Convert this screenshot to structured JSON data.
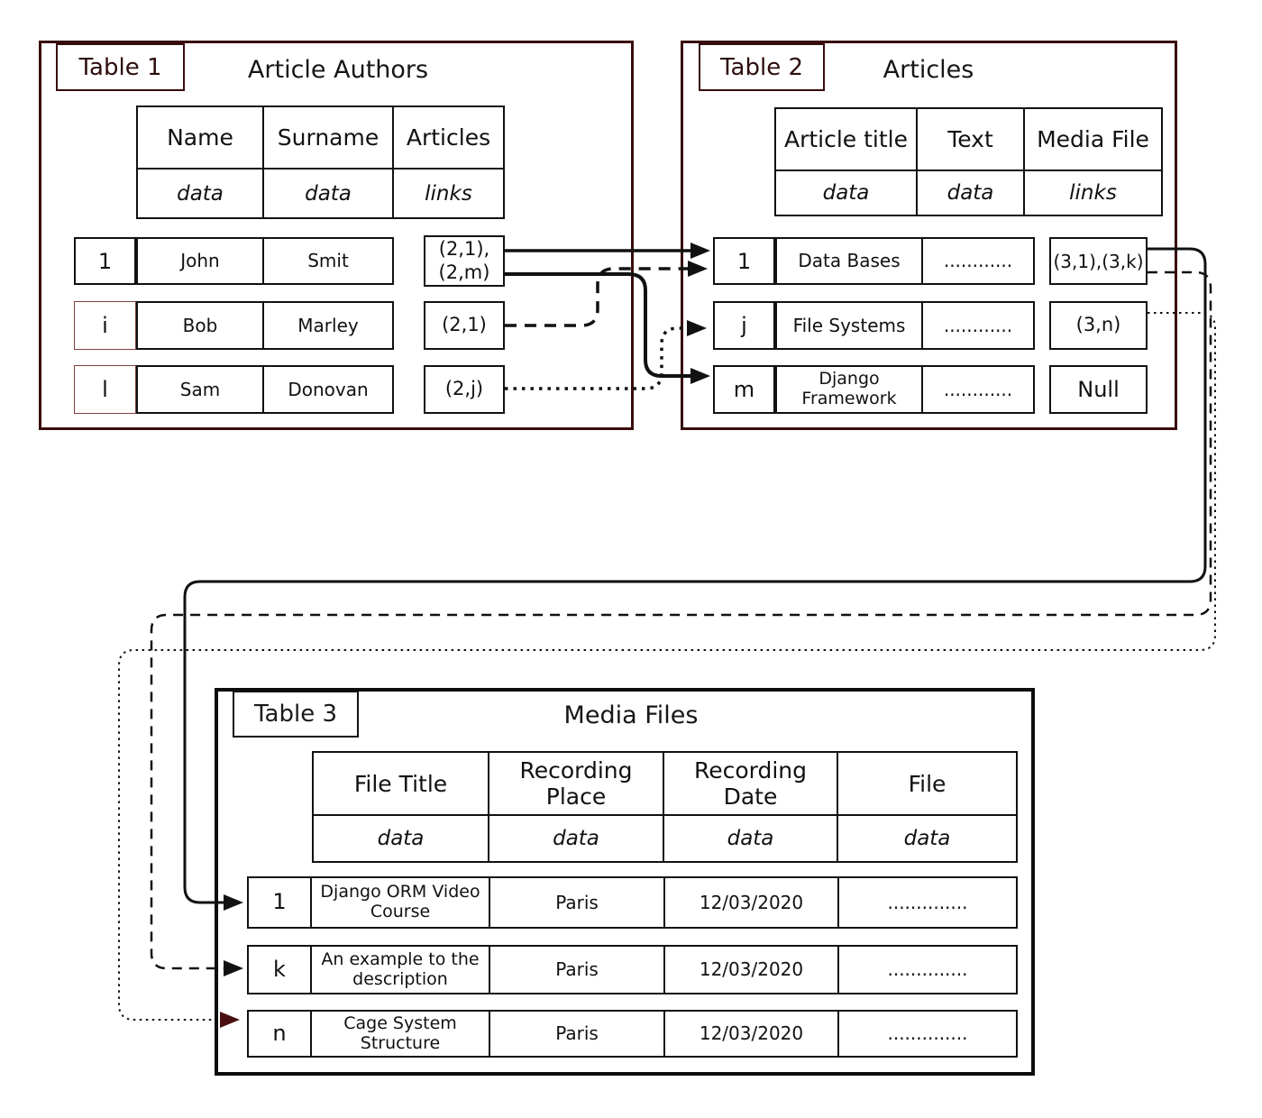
{
  "table1": {
    "label": "Table 1",
    "title": "Article Authors",
    "columns": [
      "Name",
      "Surname",
      "Articles"
    ],
    "col_types": [
      "data",
      "data",
      "links"
    ],
    "rows": [
      {
        "id": "1",
        "name": "John",
        "surname": "Smit",
        "articles": "(2,1),\n(2,m)"
      },
      {
        "id": "i",
        "name": "Bob",
        "surname": "Marley",
        "articles": "(2,1)"
      },
      {
        "id": "l",
        "name": "Sam",
        "surname": "Donovan",
        "articles": "(2,j)"
      }
    ]
  },
  "table2": {
    "label": "Table 2",
    "title": "Articles",
    "columns": [
      "Article title",
      "Text",
      "Media File"
    ],
    "col_types": [
      "data",
      "data",
      "links"
    ],
    "rows": [
      {
        "id": "1",
        "title": "Data Bases",
        "text": "............",
        "media": "(3,1),(3,k)"
      },
      {
        "id": "j",
        "title": "File Systems",
        "text": "............",
        "media": "(3,n)"
      },
      {
        "id": "m",
        "title": "Django Framework",
        "text": "............",
        "media": "Null"
      }
    ]
  },
  "table3": {
    "label": "Table 3",
    "title": "Media Files",
    "columns": [
      "File Title",
      "Recording Place",
      "Recording Date",
      "File"
    ],
    "col_types": [
      "data",
      "data",
      "data",
      "data"
    ],
    "rows": [
      {
        "id": "1",
        "title": "Django ORM Video Course",
        "place": "Paris",
        "date": "12/03/2020",
        "file": ".............."
      },
      {
        "id": "k",
        "title": "An example to the description",
        "place": "Paris",
        "date": "12/03/2020",
        "file": ".............."
      },
      {
        "id": "n",
        "title": "Cage System Structure",
        "place": "Paris",
        "date": "12/03/2020",
        "file": ".............."
      }
    ]
  },
  "colors": {
    "table_frame_maroon": "#380c0c",
    "line_black": "#111111",
    "arrow_maroon": "#4a1010"
  }
}
